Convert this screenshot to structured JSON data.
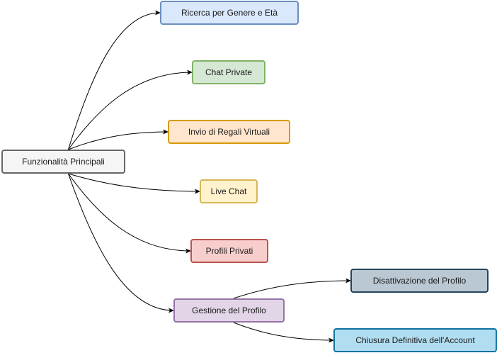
{
  "nodes": {
    "root": {
      "label": "Funzionalità Principali",
      "fill": "#f5f5f5",
      "stroke": "#666666"
    },
    "search": {
      "label": "Ricerca per Genere e Età",
      "fill": "#dae8fc",
      "stroke": "#6c8ebf"
    },
    "chat": {
      "label": "Chat Private",
      "fill": "#d5e8d4",
      "stroke": "#82b366"
    },
    "gifts": {
      "label": "Invio di Regali Virtuali",
      "fill": "#ffe6cc",
      "stroke": "#d79b00"
    },
    "live": {
      "label": "Live Chat",
      "fill": "#fff2cc",
      "stroke": "#d6b656"
    },
    "private": {
      "label": "Profili Privati",
      "fill": "#f8cecc",
      "stroke": "#b85450"
    },
    "manage": {
      "label": "Gestione del Profilo",
      "fill": "#e1d5e7",
      "stroke": "#9673a6"
    },
    "deact": {
      "label": "Disattivazione del Profilo",
      "fill": "#bac8d3",
      "stroke": "#23445d"
    },
    "delete": {
      "label": "Chiusura Definitiva dell'Account",
      "fill": "#b1ddf0",
      "stroke": "#10739e"
    }
  },
  "edges": [
    {
      "from": "root",
      "to": "search"
    },
    {
      "from": "root",
      "to": "chat"
    },
    {
      "from": "root",
      "to": "gifts"
    },
    {
      "from": "root",
      "to": "live"
    },
    {
      "from": "root",
      "to": "private"
    },
    {
      "from": "root",
      "to": "manage"
    },
    {
      "from": "manage",
      "to": "deact"
    },
    {
      "from": "manage",
      "to": "delete"
    }
  ],
  "edge_color": "#000000"
}
